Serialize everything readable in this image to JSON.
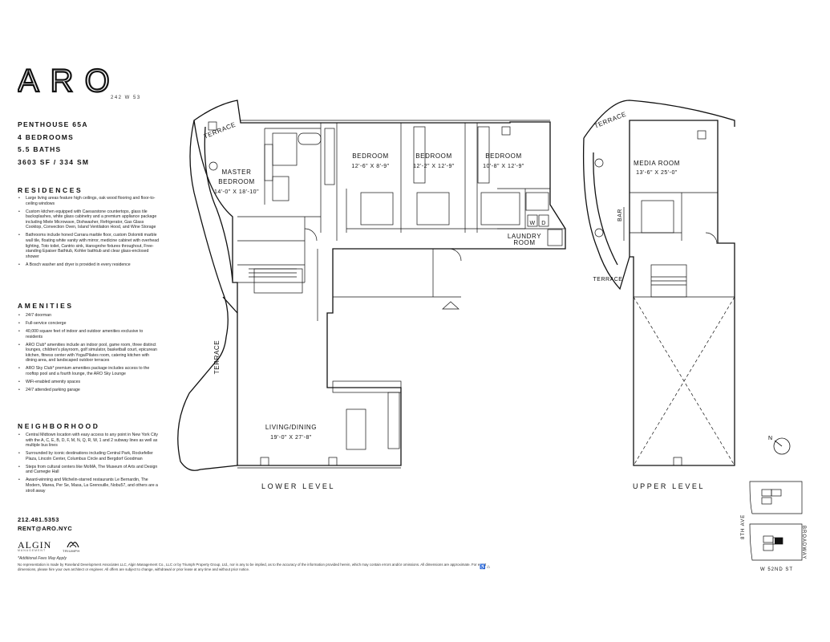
{
  "brand": {
    "logo": "ARO",
    "address": "242 W 53"
  },
  "unit": {
    "name": "PENTHOUSE 65A",
    "bedrooms": "4 BEDROOMS",
    "baths": "5.5 BATHS",
    "size": "3603 SF / 334 SM"
  },
  "residences": {
    "title": "RESIDENCES",
    "items": [
      "Large living areas feature high ceilings, oak wood flooring and floor-to-ceiling windows",
      "Custom kitchen equipped with Caesarstone countertops, glass tile backsplashes, white glass cabinetry and a premium appliance package including Miele Microwave, Dishwasher, Refrigerator, Gas Glass Cooktop, Convection Oven, Island Ventilation Hood, and Wine Storage",
      "Bathrooms include honed Carrara marble floor, custom Dolomiti marble wall tile, floating white vanity with mirror, medicine cabinet with overhead lighting, Toto toilet, Cantrio sink, Hansgrohe fixtures throughout, Free-standing Epaiser Bathtub, Kohler bathtub and clear glass-enclosed shower",
      "A Bosch washer and dryer is provided in every residence"
    ]
  },
  "amenities": {
    "title": "AMENITIES",
    "items": [
      "24/7 doorman",
      "Full-service concierge",
      "40,000 square feet of indoor and outdoor amenities exclusive to residents",
      "ARO Club* amenities include an indoor pool, game room, three distinct lounges, children's playroom, golf simulator, basketball court, epicurean kitchen, fitness center with Yoga/Pilates room, catering kitchen with dining area, and landscaped outdoor terraces",
      "ARO Sky Club* premium amenities package includes access to the rooftop pool and a fourth lounge, the ARO Sky Lounge",
      "WiFi-enabled amenity spaces",
      "24/7 attended parking garage"
    ]
  },
  "neighborhood": {
    "title": "NEIGHBORHOOD",
    "items": [
      "Central Midtown location with easy access to any point in New York City with the A, C, E, B, D, F, M, N, Q, R, W, 1 and 2 subway lines as well as multiple bus lines",
      "Surrounded by iconic destinations including Central Park, Rockefeller Plaza, Lincoln Center, Columbus Circle and Bergdorf Goodman",
      "Steps from cultural centers like MoMA, The Museum of Arts and Design and Carnegie Hall",
      "Award-winning and Michelin-starred restaurants Le Bernardin, The Modern, Marea, Per Se, Masa, La Grenouille, Nobu57, and others are a stroll away"
    ]
  },
  "contact": {
    "phone": "212.481.5353",
    "email": "RENT@ARO.NYC"
  },
  "partners": {
    "algin": "ALGIN",
    "algin_sub": "MANAGEMENT",
    "triumph": "TRIUMPH"
  },
  "fees_note": "*Additional Fees May Apply",
  "disclaimer": "No representation is made by Roseland Development Associates LLC, Algin Management Co., LLC or by Triumph Property Group, Ltd., nor is any to be implied, as to the accuracy of the information provided herein, which may contain errors and/or omissions. All dimensions are approximate. For exact dimensions, please hire your own architect or engineer.  All offers are subject to change, withdrawal or prior lease at any time and without prior notice.",
  "plan": {
    "rooms": {
      "terrace_top": "TERRACE",
      "master_name1": "MASTER",
      "master_name2": "BEDROOM",
      "master_dim": "14'-0\" X 18'-10\"",
      "bed1_name": "BEDROOM",
      "bed1_dim": "12'-6\" X 8'-9\"",
      "bed2_name": "BEDROOM",
      "bed2_dim": "12'-2\" X 12'-9\"",
      "bed3_name": "BEDROOM",
      "bed3_dim": "10'-8\" X 12'-9\"",
      "laundry1": "LAUNDRY",
      "laundry2": "ROOM",
      "washer": "W",
      "dryer": "D",
      "terrace_side": "TERRACE",
      "living_name": "LIVING/DINING",
      "living_dim": "19'-0\" X 27'-8\"",
      "upper_terrace_top": "TERRACE",
      "media_name": "MEDIA ROOM",
      "media_dim": "13'-6\" X 25'-0\"",
      "bar": "BAR",
      "upper_terrace_side": "TERRACE"
    },
    "lower_label": "LOWER LEVEL",
    "upper_label": "UPPER LEVEL",
    "compass": "N",
    "keymap": {
      "street_left": "8TH AVE",
      "street_right": "BROADWAY",
      "street_bottom": "W 52ND ST"
    }
  }
}
